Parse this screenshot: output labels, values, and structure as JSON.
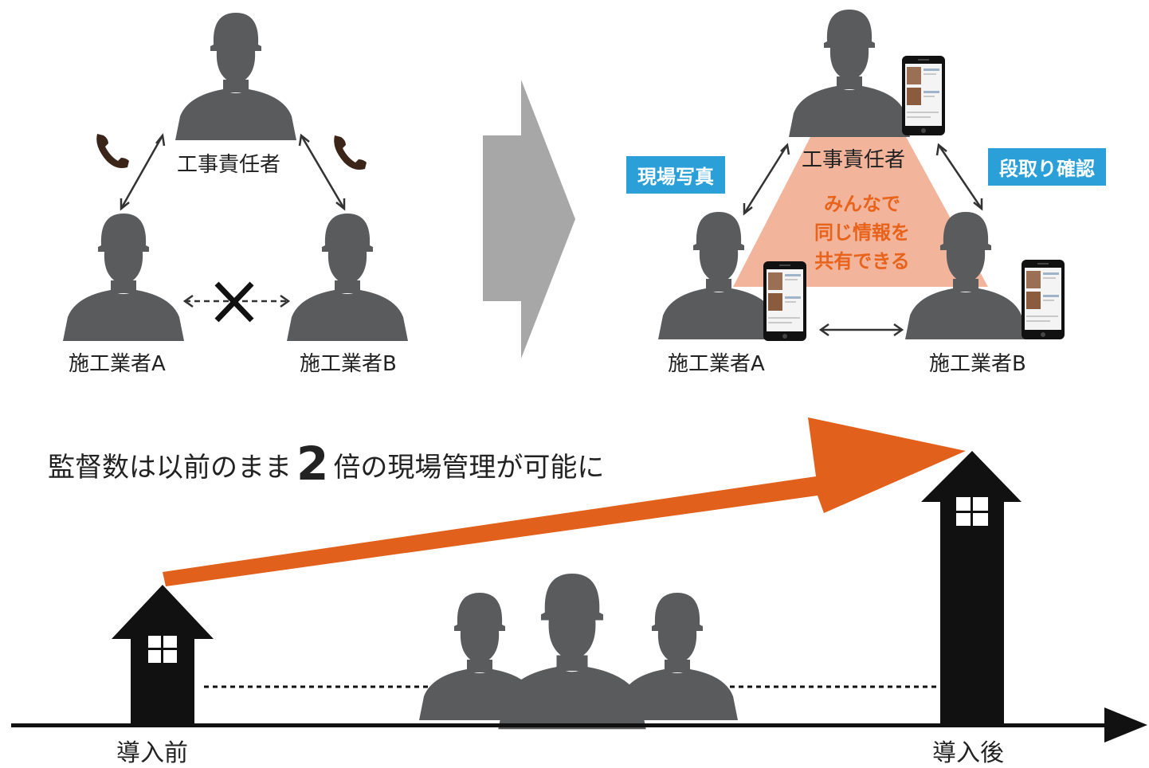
{
  "before": {
    "manager": "工事責任者",
    "contractor_a": "施工業者A",
    "contractor_b": "施工業者B"
  },
  "after": {
    "manager": "工事責任者",
    "contractor_a": "施工業者A",
    "contractor_b": "施工業者B",
    "tag_left": "現場写真",
    "tag_right": "段取り確認",
    "center_line1": "みんなで",
    "center_line2": "同じ情報を",
    "center_line3": "共有できる"
  },
  "headline": {
    "prefix": "監督数は以前のまま",
    "number": "2",
    "suffix": "倍の現場管理が可能に"
  },
  "timeline": {
    "before_label": "導入前",
    "after_label": "導入後"
  },
  "colors": {
    "person": "#5a5b5d",
    "arrow_orange": "#e1601b",
    "triangle_fill": "#f2b49b",
    "tag_blue": "#2ba0d8",
    "big_arrow_gray": "#a7a7a7",
    "house": "#111111"
  },
  "icons": [
    "phone-icon",
    "phone-icon",
    "smartphone-icon",
    "house-icon",
    "cross-icon"
  ]
}
